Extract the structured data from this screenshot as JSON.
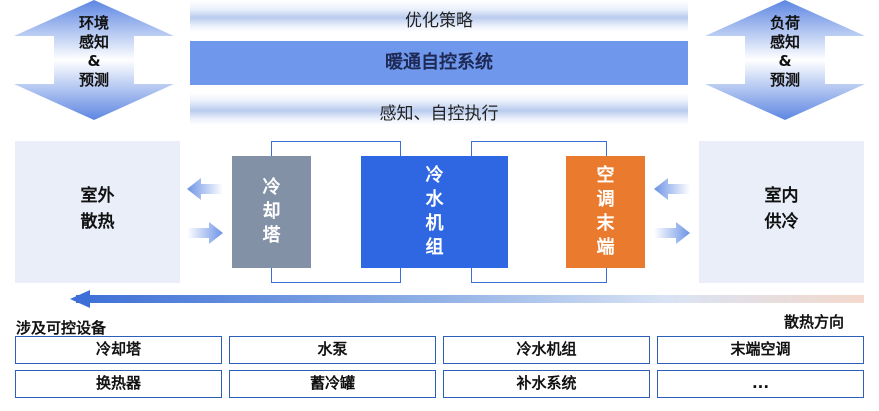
{
  "left_arrow": {
    "lines": [
      "环境",
      "感知",
      "&",
      "预测"
    ]
  },
  "right_arrow": {
    "lines": [
      "负荷",
      "感知",
      "&",
      "预测"
    ]
  },
  "top_band_label": "优化策略",
  "bottom_band_label": "感知、自控执行",
  "main_system_label": "暖通自控系统",
  "outdoor_panel": {
    "lines": [
      "室外",
      "散热"
    ]
  },
  "indoor_panel": {
    "lines": [
      "室内",
      "供冷"
    ]
  },
  "equipment": [
    {
      "chars": [
        "冷",
        "却",
        "塔"
      ],
      "color": "#8291a6"
    },
    {
      "chars": [
        "冷",
        "水",
        "机",
        "组"
      ],
      "color": "#2f67e2"
    },
    {
      "chars": [
        "空",
        "调",
        "末",
        "端"
      ],
      "color": "#ea7b2e"
    }
  ],
  "flow_direction_label": "散热方向",
  "devices_title": "涉及可控设备",
  "devices": [
    [
      "冷却塔",
      "水泵",
      "冷水机组",
      "末端空调"
    ],
    [
      "换热器",
      "蓄冷罐",
      "补水系统",
      "..."
    ]
  ],
  "colors": {
    "accent_blue": "#6f97ec",
    "outline_blue": "#2c5fb8",
    "panel_bg": "#e9eef9"
  }
}
